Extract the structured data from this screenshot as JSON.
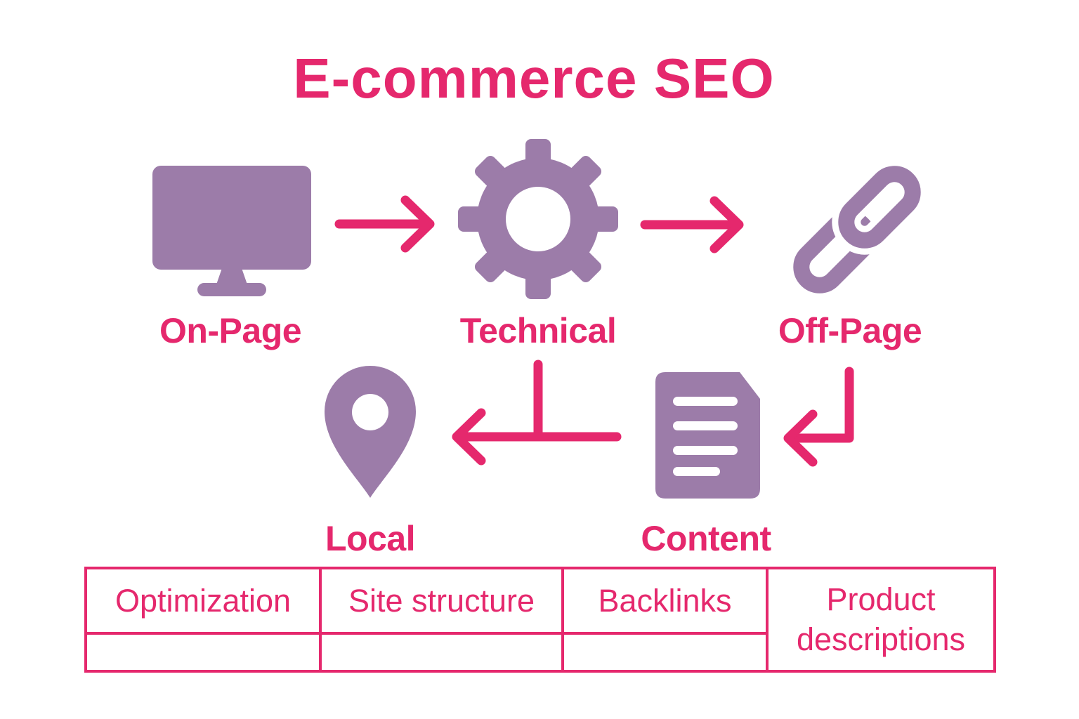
{
  "title": "E-commerce SEO",
  "colors": {
    "accent_pink": "#E5286D",
    "icon_purple": "#9C7CA9",
    "background": "#FFFFFF"
  },
  "nodes": {
    "on_page": {
      "label": "On-Page",
      "icon": "monitor-icon"
    },
    "technical": {
      "label": "Technical",
      "icon": "gear-icon"
    },
    "off_page": {
      "label": "Off-Page",
      "icon": "chain-link-icon"
    },
    "local": {
      "label": "Local",
      "icon": "location-pin-icon"
    },
    "content": {
      "label": "Content",
      "icon": "document-icon"
    }
  },
  "connections": [
    {
      "from": "On-Page",
      "to": "Technical",
      "style": "right-arrow"
    },
    {
      "from": "Technical",
      "to": "Off-Page",
      "style": "right-arrow"
    },
    {
      "from": "Off-Page",
      "to": "Content",
      "style": "down-then-left-arrow"
    },
    {
      "from": "Technical",
      "to": "Local",
      "style": "down-then-left-arrow"
    }
  ],
  "table": {
    "headers": [
      "Optimization",
      "Site structure",
      "Backlinks",
      "Product descriptions"
    ],
    "row2": [
      "",
      "",
      ""
    ],
    "note_last_column_spans_rows": true
  }
}
